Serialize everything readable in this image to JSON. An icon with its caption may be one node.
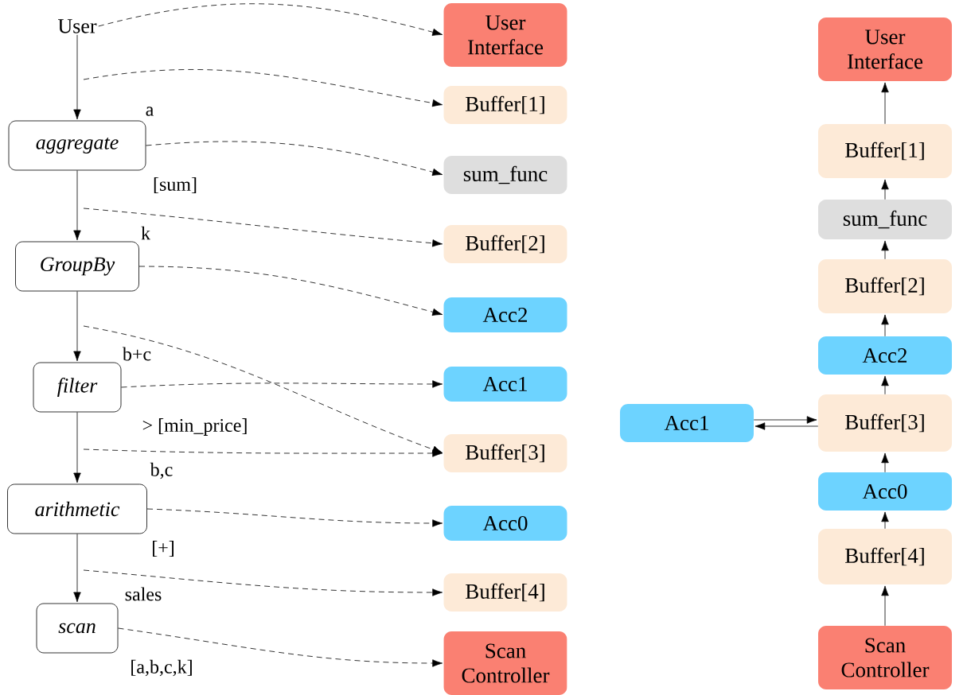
{
  "diagram": {
    "nodes": [
      {
        "text": [
          "User"
        ]
      },
      {
        "text": [
          "aggregate"
        ],
        "beside": [
          "a",
          "[sum]"
        ]
      },
      {
        "text": [
          "GroupBy"
        ],
        "beside": [
          "k"
        ]
      },
      {
        "text": [
          "filter"
        ],
        "beside": [
          "b+c",
          "> [min_price]"
        ]
      },
      {
        "text": [
          "arithmetic"
        ],
        "beside": [
          "b,c",
          "[+]"
        ]
      },
      {
        "text": [
          "scan"
        ],
        "beside": [
          "sales",
          "[a,b,c,k]"
        ]
      },
      {
        "text": [
          "User Interface"
        ]
      },
      {
        "text": [
          "Buffer[1]"
        ]
      },
      {
        "text": [
          "sum_func"
        ]
      },
      {
        "text": [
          "Buffer[2]"
        ]
      },
      {
        "text": [
          "Acc2"
        ]
      },
      {
        "text": [
          "Acc1"
        ]
      },
      {
        "text": [
          "Buffer[3]"
        ]
      },
      {
        "text": [
          "Acc0"
        ]
      },
      {
        "text": [
          "Buffer[4]"
        ]
      },
      {
        "text": [
          "Scan Controller"
        ]
      },
      {
        "text": [
          "User Interface"
        ]
      },
      {
        "text": [
          "Buffer[1]"
        ]
      },
      {
        "text": [
          "sum_func"
        ]
      },
      {
        "text": [
          "Buffer[2]"
        ]
      },
      {
        "text": [
          "Acc2"
        ]
      },
      {
        "text": [
          "Acc1"
        ]
      },
      {
        "text": [
          "Buffer[3]"
        ]
      },
      {
        "text": [
          "Acc0"
        ]
      },
      {
        "text": [
          "Buffer[4]"
        ]
      },
      {
        "text": [
          "Scan Controller"
        ]
      }
    ],
    "edges": [
      {
        "from": 0,
        "to": 1,
        "arrow": "to"
      },
      {
        "from": 1,
        "to": 2,
        "arrow": "to"
      },
      {
        "from": 2,
        "to": 3,
        "arrow": "to"
      },
      {
        "from": 3,
        "to": 4,
        "arrow": "to"
      },
      {
        "from": 4,
        "to": 5,
        "arrow": "to"
      },
      {
        "from": 0,
        "to": 6,
        "arrow": "to",
        "style": "dashed"
      },
      {
        "from": null,
        "to": 7,
        "arrow": "to",
        "style": "dashed"
      },
      {
        "from": 1,
        "to": 8,
        "arrow": "to",
        "style": "dashed"
      },
      {
        "from": null,
        "to": 9,
        "arrow": "to",
        "style": "dashed"
      },
      {
        "from": 2,
        "to": 10,
        "arrow": "to",
        "style": "dashed"
      },
      {
        "from": null,
        "to": 12,
        "arrow": "to",
        "style": "dashed"
      },
      {
        "from": 3,
        "to": 11,
        "arrow": "to",
        "style": "dashed"
      },
      {
        "from": null,
        "to": 12,
        "arrow": "to",
        "style": "dashed"
      },
      {
        "from": 4,
        "to": 13,
        "arrow": "to",
        "style": "dashed"
      },
      {
        "from": null,
        "to": 14,
        "arrow": "to",
        "style": "dashed"
      },
      {
        "from": 5,
        "to": 15,
        "arrow": "to",
        "style": "dashed"
      },
      {
        "from": 25,
        "to": 24,
        "arrow": "to"
      },
      {
        "from": 24,
        "to": 23,
        "arrow": "to"
      },
      {
        "from": 23,
        "to": 22,
        "arrow": "to"
      },
      {
        "from": 22,
        "to": 20,
        "arrow": "to"
      },
      {
        "from": 20,
        "to": 19,
        "arrow": "to"
      },
      {
        "from": 19,
        "to": 18,
        "arrow": "to"
      },
      {
        "from": 18,
        "to": 17,
        "arrow": "to"
      },
      {
        "from": 17,
        "to": 16,
        "arrow": "to"
      },
      {
        "from": 21,
        "to": 22,
        "arrow": "to"
      },
      {
        "from": 22,
        "to": 21,
        "arrow": "to"
      }
    ]
  }
}
